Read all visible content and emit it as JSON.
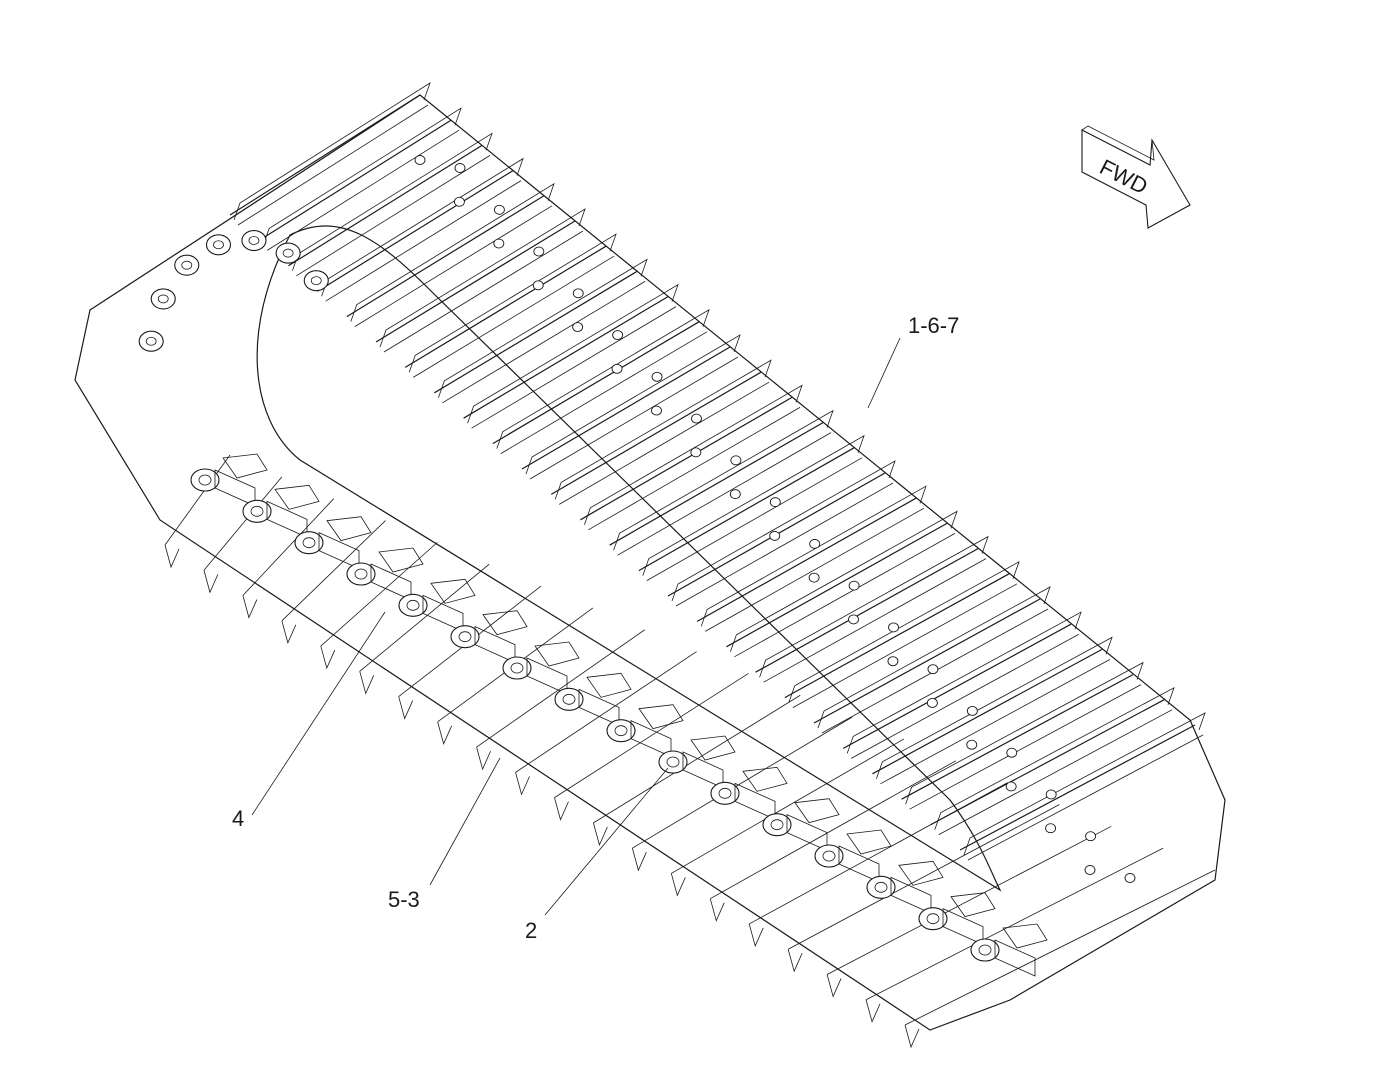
{
  "diagram": {
    "callouts": [
      {
        "id": "c167",
        "label": "1-6-7"
      },
      {
        "id": "c4",
        "label": "4"
      },
      {
        "id": "c53",
        "label": "5-3"
      },
      {
        "id": "c2",
        "label": "2"
      }
    ],
    "direction_arrow": {
      "label": "FWD"
    },
    "colors": {
      "line": "#1a1a1a",
      "background": "#ffffff"
    }
  }
}
